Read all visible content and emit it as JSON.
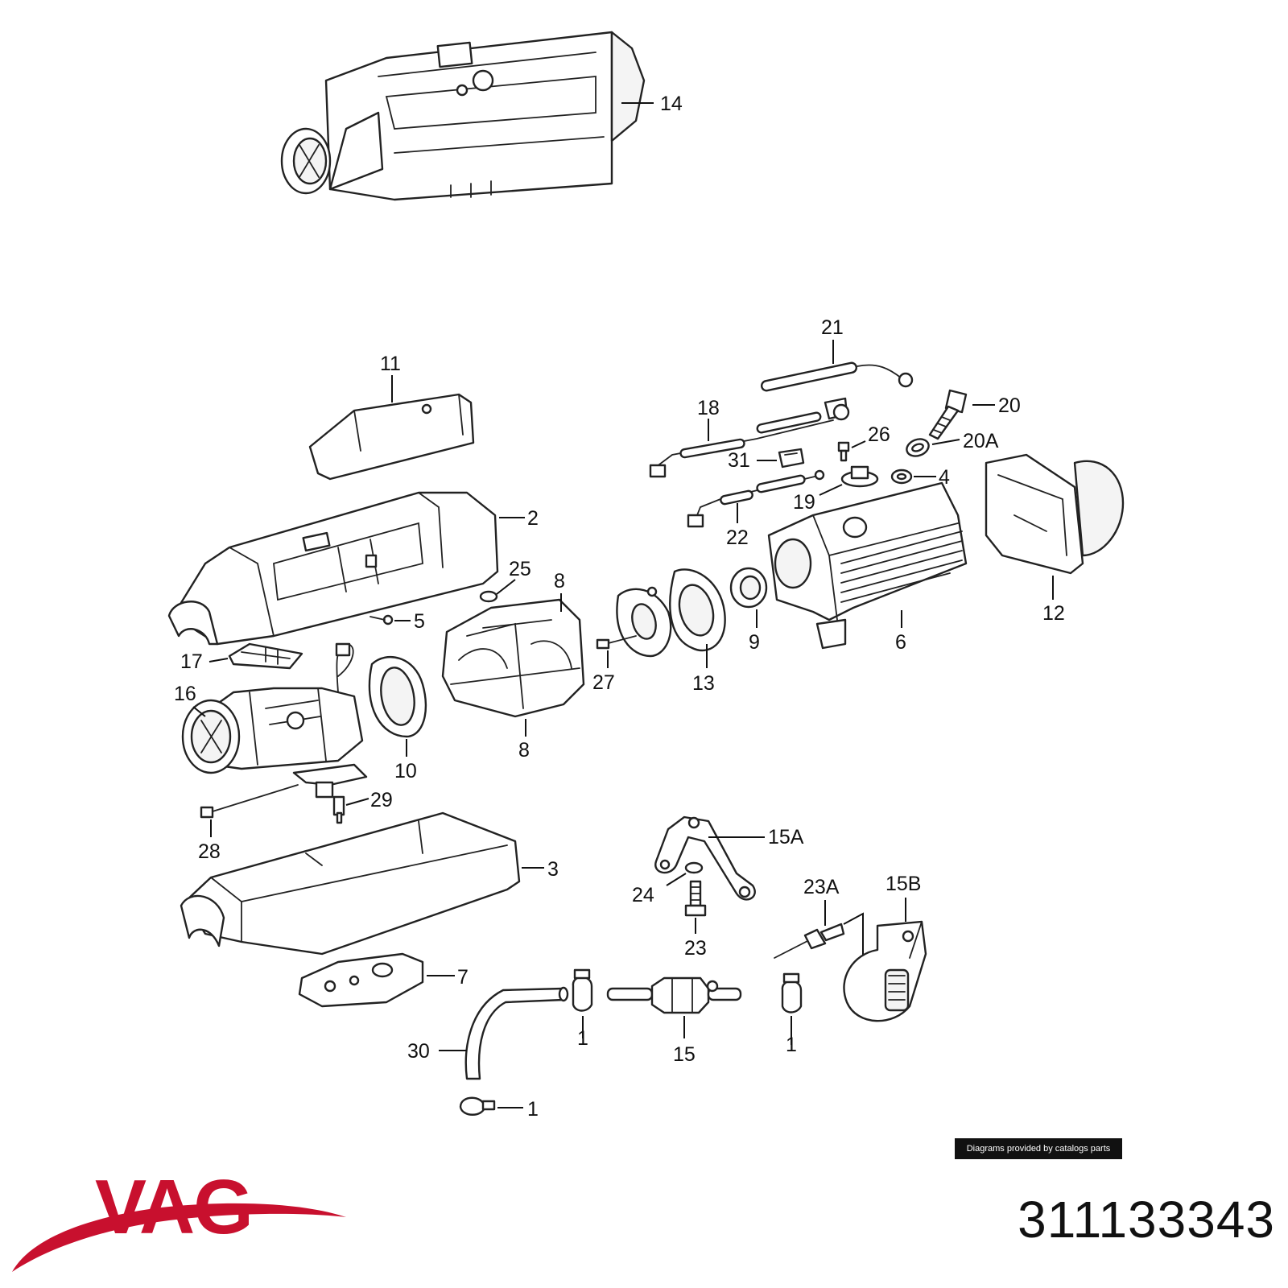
{
  "brand": {
    "logo_text": "VAG",
    "logo_color": "#c8102e"
  },
  "part_number": "311133343",
  "credit": "Diagrams provided by catalogs parts",
  "callouts": {
    "c14": "14",
    "c11": "11",
    "c21": "21",
    "c18": "18",
    "c20": "20",
    "c26": "26",
    "c20A": "20A",
    "c31": "31",
    "c4": "4",
    "c19": "19",
    "c22": "22",
    "c2": "2",
    "c12": "12",
    "c25": "25",
    "c8a": "8",
    "c5": "5",
    "c6": "6",
    "c9": "9",
    "c17": "17",
    "c27": "27",
    "c13": "13",
    "c16": "16",
    "c8b": "8",
    "c10": "10",
    "c29": "29",
    "c28": "28",
    "c15A": "15A",
    "c3": "3",
    "c24": "24",
    "c23A": "23A",
    "c15B": "15B",
    "c23": "23",
    "c7": "7",
    "c1a": "1",
    "c1b": "1",
    "c30": "30",
    "c15": "15",
    "c1c": "1"
  }
}
